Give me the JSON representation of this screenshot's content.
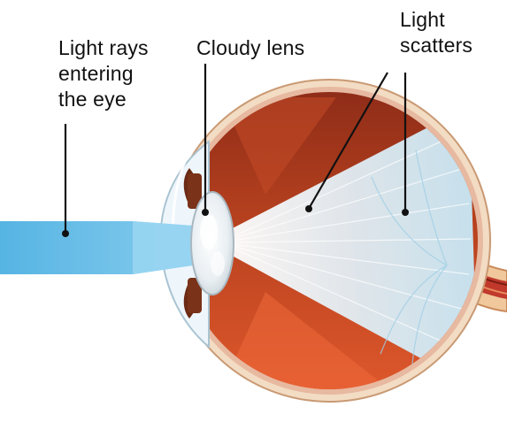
{
  "diagram": {
    "labels": {
      "light_rays": [
        "Light rays",
        "entering",
        "the eye"
      ],
      "cloudy_lens": "Cloudy lens",
      "light_scatters": [
        "Light",
        "scatters"
      ]
    },
    "colors": {
      "beam": "#5fbbe6",
      "eye_interior_upper": "#a83a20",
      "eye_interior_lower": "#d8502a",
      "sclera": "#f3dcc4",
      "lens": "#eef2f5",
      "optic_nerve": "#f0c89c",
      "pointer": "#111111"
    }
  }
}
